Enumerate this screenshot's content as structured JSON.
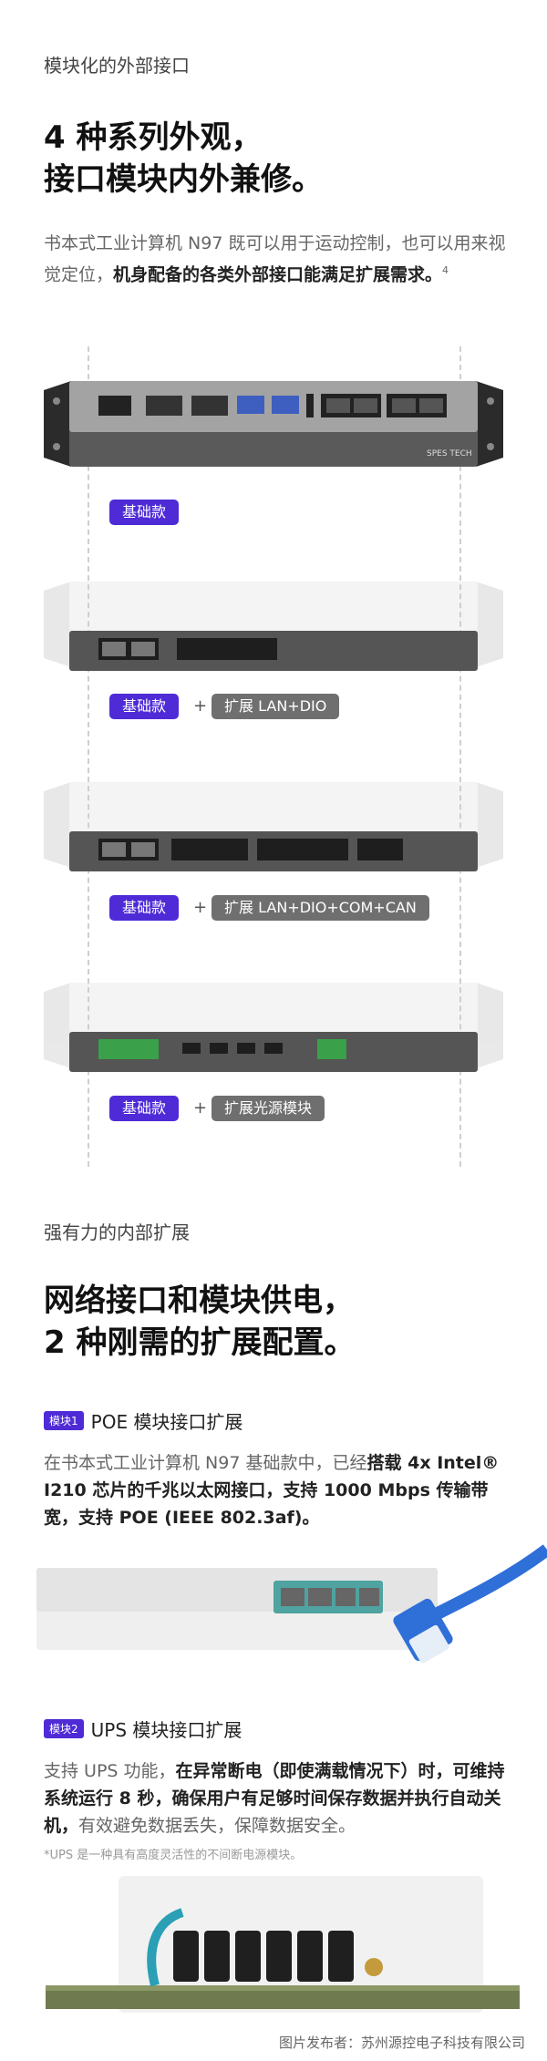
{
  "section1": {
    "label": "模块化的外部接口",
    "headline_line1": "4 种系列外观，",
    "headline_line2": "接口模块内外兼修。",
    "body_plain": "书本式工业计算机 N97 既可以用于运动控制，也可以用来视觉定位，",
    "body_bold": "机身配备的各类外部接口能满足扩展需求。",
    "footnote_mark": "4"
  },
  "device_brand": "SPES TECH",
  "variants": [
    {
      "base_label": "基础款"
    },
    {
      "base_label": "基础款",
      "ext_label": "扩展 LAN+DIO"
    },
    {
      "base_label": "基础款",
      "ext_label": "扩展 LAN+DIO+COM+CAN"
    },
    {
      "base_label": "基础款",
      "ext_label": "扩展光源模块"
    }
  ],
  "plus_sign": "+",
  "section2": {
    "label": "强有力的内部扩展",
    "headline_line1": "网络接口和模块供电，",
    "headline_line2": "2 种刚需的扩展配置。"
  },
  "module1": {
    "tag": "模块1",
    "title": "POE 模块接口扩展",
    "body_plain": "在书本式工业计算机 N97 基础款中，已经",
    "body_bold": "搭载 4x Intel® I210 芯片的千兆以太网接口，支持 1000 Mbps 传输带宽，支持 POE (IEEE 802.3af)。"
  },
  "module2": {
    "tag": "模块2",
    "title": "UPS 模块接口扩展",
    "body_plain1": "支持 UPS 功能，",
    "body_bold": "在异常断电（即使满载情况下）时，可维持系统运行 8 秒，确保用户有足够时间保存数据并执行自动关机，",
    "body_plain2": "有效避免数据丢失，保障数据安全。",
    "footnote": "*UPS 是一种具有高度灵活性的不间断电源模块。"
  },
  "credit": "图片发布者：苏州源控电子科技有限公司",
  "colors": {
    "accent": "#4e2bd6",
    "ext_pill": "#6f6f6f",
    "poe_cable": "#2f6fd8"
  }
}
